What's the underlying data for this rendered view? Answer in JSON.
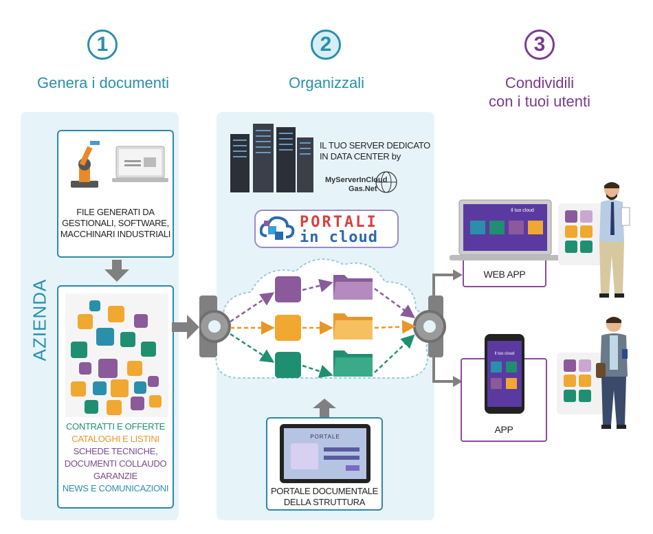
{
  "steps": [
    {
      "number": "1",
      "title": "Genera i documenti",
      "color": "#2a8fab"
    },
    {
      "number": "2",
      "title": "Organizzali",
      "color": "#2a8fab"
    },
    {
      "number": "3",
      "title_line1": "Condividili",
      "title_line2": "con i tuoi utenti",
      "color": "#7a3a8f"
    }
  ],
  "azienda": {
    "side_label": "AZIENDA",
    "files_card": {
      "line1": "FILE GENERATI DA",
      "line2": "GESTIONALI, SOFTWARE,",
      "line3": "MACCHINARI INDUSTRIALI"
    },
    "doc_types": [
      {
        "text": "CONTRATTI E OFFERTE",
        "color": "#1f8f72"
      },
      {
        "text": "CATALOGHI E LISTINI",
        "color": "#e8962a"
      },
      {
        "text": "SCHEDE TECNICHE,",
        "color": "#7a4a8f"
      },
      {
        "text": "DOCUMENTI COLLAUDO",
        "color": "#7a4a8f"
      },
      {
        "text": "GARANZIE",
        "color": "#7a4a8f"
      },
      {
        "text": "NEWS E COMUNICAZIONI",
        "color": "#2a8fab"
      }
    ]
  },
  "server": {
    "line1": "IL TUO SERVER DEDICATO",
    "line2": "IN DATA CENTER by",
    "brand_line1": "MyServerInCloud",
    "brand_line2": "Gas.Net"
  },
  "portali_logo": {
    "word1": "PORTALI",
    "word2": "in cloud"
  },
  "portal_card": {
    "screen_title": "PORTALE",
    "line1": "PORTALE DOCUMENTALE",
    "line2": "DELLA STRUTTURA"
  },
  "outputs": {
    "web_app": "WEB APP",
    "app": "APP",
    "screen_title_web": "Il tuo cloud",
    "screen_title_app": "Il tuo cloud"
  },
  "colors": {
    "teal": "#2a8fab",
    "purple": "#8a5a9a",
    "orange": "#f0a830",
    "green": "#1f8f72",
    "panel": "#e6f4fa",
    "arrow_gray": "#808080"
  }
}
